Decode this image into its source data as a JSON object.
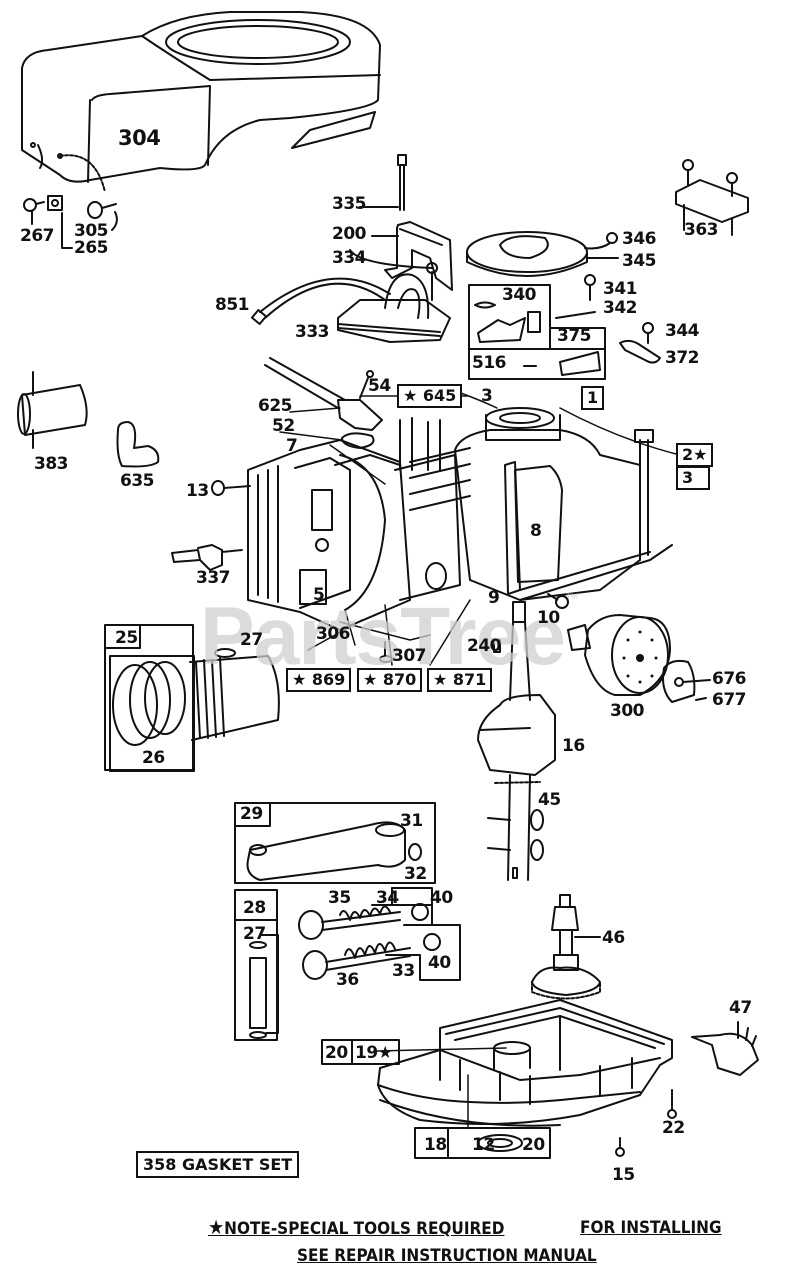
{
  "diagram": {
    "type": "exploded-parts-diagram",
    "watermark": "PartsTree",
    "watermark_mark": "™",
    "parts": [
      {
        "id": "304",
        "name": "blower-housing"
      },
      {
        "id": "267",
        "name": "screw"
      },
      {
        "id": "265",
        "name": "clip"
      },
      {
        "id": "305",
        "name": "screw"
      },
      {
        "id": "335",
        "name": "bolt"
      },
      {
        "id": "200",
        "name": "bracket"
      },
      {
        "id": "334",
        "name": "screw"
      },
      {
        "id": "851",
        "name": "wire"
      },
      {
        "id": "333",
        "name": "ignition-armature"
      },
      {
        "id": "346",
        "name": "screw"
      },
      {
        "id": "345",
        "name": "cover"
      },
      {
        "id": "363",
        "name": "bracket"
      },
      {
        "id": "340",
        "name": "spring"
      },
      {
        "id": "341",
        "name": "screw"
      },
      {
        "id": "342",
        "name": "link"
      },
      {
        "id": "375",
        "name": "kit"
      },
      {
        "id": "344",
        "name": "screw"
      },
      {
        "id": "372",
        "name": "clamp"
      },
      {
        "id": "516",
        "name": "kit"
      },
      {
        "id": "383",
        "name": "muffler"
      },
      {
        "id": "635",
        "name": "elbow"
      },
      {
        "id": "54",
        "name": "screw"
      },
      {
        "id": "625",
        "name": "tube"
      },
      {
        "id": "52",
        "name": "gasket"
      },
      {
        "id": "7",
        "name": "gasket"
      },
      {
        "id": "13",
        "name": "screw"
      },
      {
        "id": "337",
        "name": "spark-plug"
      },
      {
        "id": "5",
        "name": "cylinder-head"
      },
      {
        "id": "645",
        "name": "tool"
      },
      {
        "id": "3",
        "name": "seal"
      },
      {
        "id": "1",
        "name": "cylinder"
      },
      {
        "id": "2",
        "name": "bushing"
      },
      {
        "id": "8",
        "name": "cover"
      },
      {
        "id": "9",
        "name": "gasket"
      },
      {
        "id": "10",
        "name": "screw"
      },
      {
        "id": "306",
        "name": "gasket"
      },
      {
        "id": "307",
        "name": "screw"
      },
      {
        "id": "240",
        "name": "key"
      },
      {
        "id": "869",
        "name": "tool"
      },
      {
        "id": "870",
        "name": "tool"
      },
      {
        "id": "871",
        "name": "tool"
      },
      {
        "id": "25",
        "name": "piston-assembly"
      },
      {
        "id": "26",
        "name": "ring-set"
      },
      {
        "id": "27",
        "name": "lock"
      },
      {
        "id": "300",
        "name": "flywheel"
      },
      {
        "id": "676",
        "name": "nut"
      },
      {
        "id": "677",
        "name": "screw"
      },
      {
        "id": "16",
        "name": "crankshaft"
      },
      {
        "id": "45",
        "name": "tappet"
      },
      {
        "id": "29",
        "name": "connecting-rod"
      },
      {
        "id": "31",
        "name": "lock"
      },
      {
        "id": "32",
        "name": "screw"
      },
      {
        "id": "28",
        "name": "pin"
      },
      {
        "id": "35",
        "name": "valve"
      },
      {
        "id": "34",
        "name": "spring"
      },
      {
        "id": "40",
        "name": "retainer"
      },
      {
        "id": "36",
        "name": "valve"
      },
      {
        "id": "33",
        "name": "spring"
      },
      {
        "id": "46",
        "name": "camshaft"
      },
      {
        "id": "47",
        "name": "governor"
      },
      {
        "id": "20",
        "name": "seal"
      },
      {
        "id": "19",
        "name": "bushing"
      },
      {
        "id": "22",
        "name": "screw"
      },
      {
        "id": "18",
        "name": "sump"
      },
      {
        "id": "12",
        "name": "gasket"
      },
      {
        "id": "15",
        "name": "plug"
      }
    ]
  },
  "labels": {
    "l304": "304",
    "l267": "267",
    "l265": "265",
    "l305": "305",
    "l335": "335",
    "l200": "200",
    "l334": "334",
    "l851": "851",
    "l333": "333",
    "l346": "346",
    "l345": "345",
    "l363": "363",
    "l340": "340",
    "l341": "341",
    "l342": "342",
    "l375": "375",
    "l344": "344",
    "l372": "372",
    "l516": "516",
    "l383": "383",
    "l635": "635",
    "l54": "54",
    "l625": "625",
    "l52": "52",
    "l7": "7",
    "l13": "13",
    "l337": "337",
    "l5": "5",
    "l645": "★ 645",
    "l3a": "3",
    "l1": "1",
    "l2": "2★",
    "l3b": "3",
    "l8": "8",
    "l9": "9",
    "l10": "10",
    "l306": "306",
    "l307": "307",
    "l240": "240",
    "l869": "★ 869",
    "l870": "★ 870",
    "l871": "★ 871",
    "l25": "25",
    "l27a": "27",
    "l26": "26",
    "l300": "300",
    "l676": "676",
    "l677": "677",
    "l16": "16",
    "l45": "45",
    "l29": "29",
    "l31": "31",
    "l32": "32",
    "l28": "28",
    "l27b": "27",
    "l35": "35",
    "l34": "34",
    "l40a": "40",
    "l36": "36",
    "l33": "33",
    "l40b": "40",
    "l46": "46",
    "l47": "47",
    "l20a": "20",
    "l19": "19★",
    "l22": "22",
    "l18": "18",
    "l12": "12",
    "l20b": "20",
    "l15": "15"
  },
  "gasket_set": "358 GASKET SET",
  "notes": {
    "star": "★",
    "line1a": "NOTE-SPECIAL TOOLS REQUIRED",
    "line1b": "FOR INSTALLING",
    "line2": "SEE REPAIR INSTRUCTION MANUAL"
  }
}
